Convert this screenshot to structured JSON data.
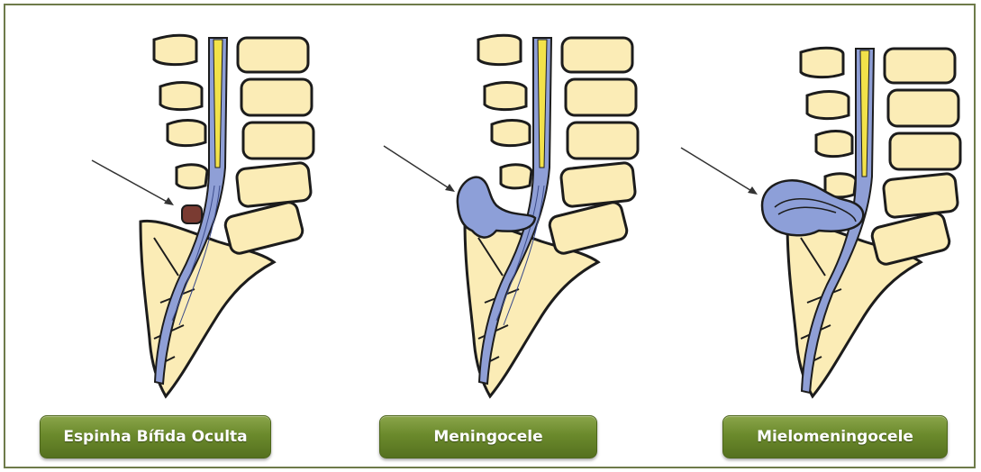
{
  "diagram": {
    "panels": [
      {
        "id": "oculta",
        "label": "Espinha Bífida Oculta",
        "lesion": "oculta"
      },
      {
        "id": "meningocele",
        "label": "Meningocele",
        "lesion": "meningocele"
      },
      {
        "id": "mielomeningocele",
        "label": "Mielomeningocele",
        "lesion": "mielomeningocele"
      }
    ],
    "colors": {
      "frame": "#6e7b4a",
      "bone_fill": "#fbecb6",
      "bone_stroke": "#1c1c1c",
      "cord": "#8f9fd6",
      "cord_core": "#f2e24a",
      "sac": "#8d9fd8",
      "oculta_mark": "#7a3b32",
      "label_bg": "#6b8a2c",
      "label_text": "#ffffff"
    }
  }
}
